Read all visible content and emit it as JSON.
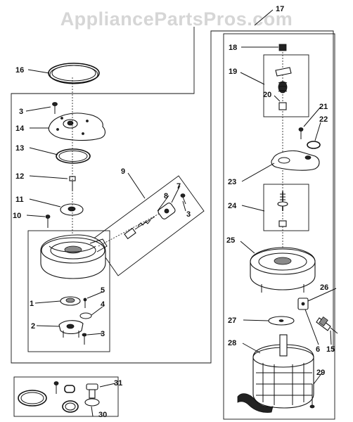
{
  "watermark": "AppliancePartsPros.com",
  "callouts": {
    "c1": "1",
    "c2": "2",
    "c3a": "3",
    "c3b": "3",
    "c3c": "3",
    "c4": "4",
    "c5": "5",
    "c6": "6",
    "c7": "7",
    "c8": "8",
    "c9": "9",
    "c10": "10",
    "c11": "11",
    "c12": "12",
    "c13": "13",
    "c14": "14",
    "c15": "15",
    "c16": "16",
    "c17": "17",
    "c18": "18",
    "c19": "19",
    "c20": "20",
    "c21": "21",
    "c22": "22",
    "c23": "23",
    "c24": "24",
    "c25": "25",
    "c26": "26",
    "c27": "27",
    "c28": "28",
    "c29": "29",
    "c30": "30",
    "c31": "31"
  }
}
